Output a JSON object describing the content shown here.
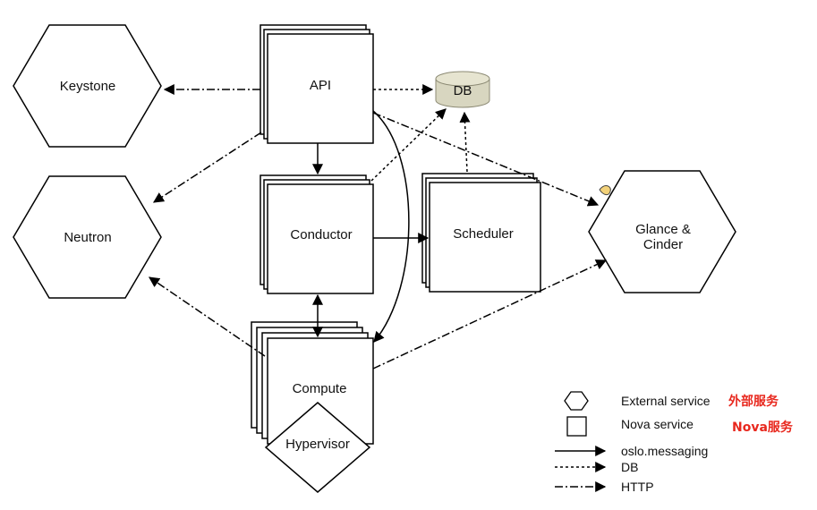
{
  "nodes": {
    "keystone": "Keystone",
    "neutron": "Neutron",
    "glance_line1": "Glance &",
    "glance_line2": "Cinder",
    "api": "API",
    "db": "DB",
    "conductor": "Conductor",
    "scheduler": "Scheduler",
    "compute": "Compute",
    "hypervisor": "Hypervisor"
  },
  "legend": {
    "external_service": "External service",
    "external_service_cn": "外部服务",
    "nova_service": "Nova service",
    "nova_service_cn": "Nova服务",
    "oslo_messaging": "oslo.messaging",
    "db": "DB",
    "http": "HTTP"
  },
  "colors": {
    "annotation_red": "#e8281e",
    "db_fill": "#d8d6c0",
    "stroke": "#000000"
  }
}
